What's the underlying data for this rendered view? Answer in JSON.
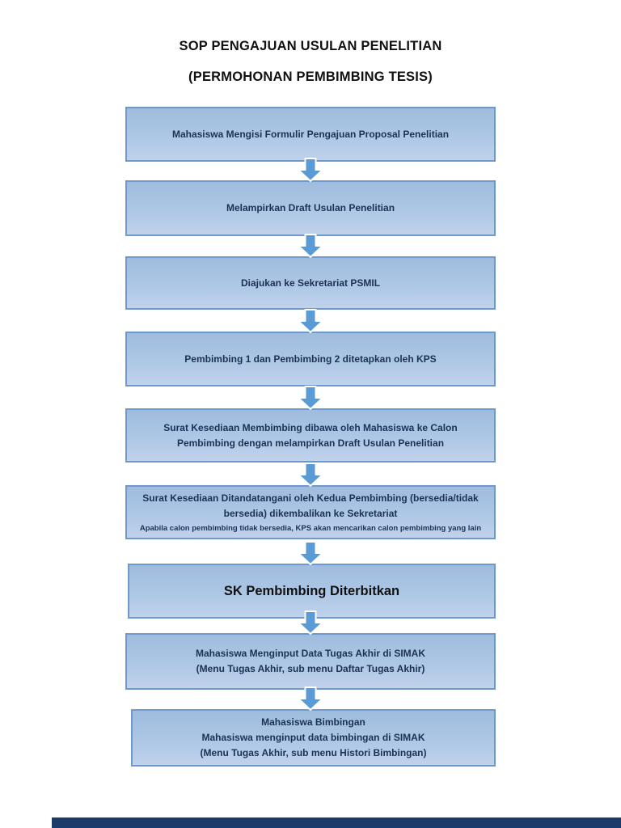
{
  "page": {
    "title_line1": "SOP PENGAJUAN USULAN PENELITIAN",
    "title_line2": "(PERMOHONAN PEMBIMBING TESIS)",
    "title_color": "#111111",
    "background": "#ffffff"
  },
  "flowchart": {
    "box_fill_top": "#9fbcde",
    "box_fill_mid": "#adc7e5",
    "box_fill_bottom": "#c0d2ec",
    "box_border": "#7099cb",
    "arrow_color": "#5b9bd5",
    "arrow_outline": "#ffffff",
    "text_color": "#1c3254",
    "emphasis_text_color": "#111111",
    "steps": [
      {
        "lines": [
          "Mahasiswa Mengisi Formulir Pengajuan Proposal Penelitian"
        ]
      },
      {
        "lines": [
          "Melampirkan Draft Usulan Penelitian"
        ]
      },
      {
        "lines": [
          "Diajukan ke Sekretariat PSMIL"
        ]
      },
      {
        "lines": [
          "Pembimbing 1 dan Pembimbing 2 ditetapkan oleh KPS"
        ]
      },
      {
        "lines": [
          "Surat Kesediaan Membimbing dibawa oleh Mahasiswa ke Calon",
          "Pembimbing dengan melampirkan Draft Usulan Penelitian"
        ]
      },
      {
        "lines": [
          "Surat Kesediaan Ditandatangani oleh Kedua Pembimbing (bersedia/tidak",
          "bersedia) dikembalikan ke Sekretariat"
        ],
        "note": "Apabila calon pembimbing tidak bersedia, KPS akan mencarikan calon pembimbing yang lain"
      },
      {
        "lines": [
          "SK Pembimbing Diterbitkan"
        ],
        "emphasis": true
      },
      {
        "lines": [
          "Mahasiswa Menginput Data Tugas Akhir di SIMAK",
          "(Menu Tugas Akhir, sub menu Daftar Tugas Akhir)"
        ]
      },
      {
        "lines": [
          "Mahasiswa Bimbingan",
          "Mahasiswa menginput data bimbingan di SIMAK",
          "(Menu Tugas Akhir, sub menu Histori Bimbingan)"
        ]
      }
    ]
  },
  "footer": {
    "bar_color": "#1b3b6b"
  }
}
